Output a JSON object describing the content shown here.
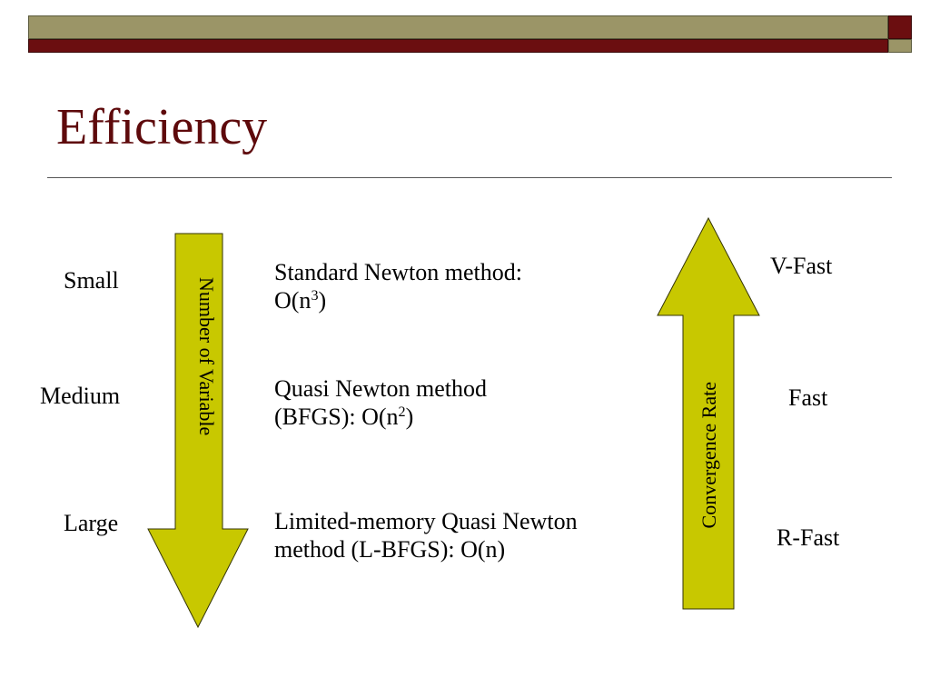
{
  "slide": {
    "title": "Efficiency",
    "colors": {
      "title": "#5e0a0c",
      "arrow_fill": "#c8c800",
      "bar_olive": "#9b9567",
      "bar_maroon": "#6b0e10"
    }
  },
  "left_arrow": {
    "label": "Number of Variable",
    "direction": "down"
  },
  "right_arrow": {
    "label": "Convergence Rate",
    "direction": "up"
  },
  "sizes": [
    "Small",
    "Medium",
    "Large"
  ],
  "methods": [
    {
      "line1": "Standard Newton method:",
      "line2_prefix": "O(n",
      "exponent": "3",
      "line2_suffix": ")"
    },
    {
      "line1": "Quasi Newton method",
      "line2_prefix": "(BFGS): O(n",
      "exponent": "2",
      "line2_suffix": ")"
    },
    {
      "line1": "Limited-memory Quasi Newton",
      "line2": "method (L-BFGS): O(n)"
    }
  ],
  "rates": [
    "V-Fast",
    "Fast",
    "R-Fast"
  ]
}
